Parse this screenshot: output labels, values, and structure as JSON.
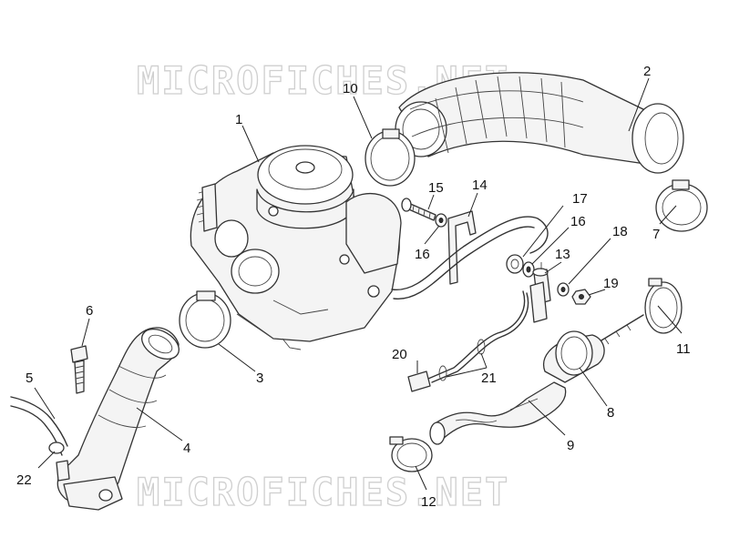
{
  "watermark": {
    "top": "MICROFICHES.NET",
    "bottom": "MICROFICHES.NET"
  },
  "callouts": {
    "c1": "1",
    "c2": "2",
    "c3": "3",
    "c4": "4",
    "c5": "5",
    "c6": "6",
    "c7": "7",
    "c8": "8",
    "c9": "9",
    "c10": "10",
    "c11": "11",
    "c12": "12",
    "c13": "13",
    "c14": "14",
    "c15": "15",
    "c16a": "16",
    "c16b": "16",
    "c17": "17",
    "c18": "18",
    "c19": "19",
    "c20": "20",
    "c21": "21",
    "c22": "22"
  }
}
